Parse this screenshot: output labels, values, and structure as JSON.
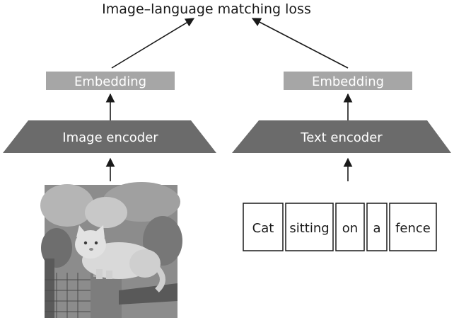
{
  "title": "Image–language matching loss",
  "image_branch": {
    "embedding_label": "Embedding",
    "encoder_label": "Image encoder",
    "input_image": "cat-sitting-on-fence-photo"
  },
  "text_branch": {
    "embedding_label": "Embedding",
    "encoder_label": "Text encoder",
    "tokens": [
      "Cat",
      "sitting",
      "on",
      "a",
      "fence"
    ]
  },
  "colors": {
    "embedding_box": "#a6a6a6",
    "encoder_box": "#6b6b6b",
    "arrow": "#1a1a1a",
    "token_border": "#1a1a1a"
  }
}
